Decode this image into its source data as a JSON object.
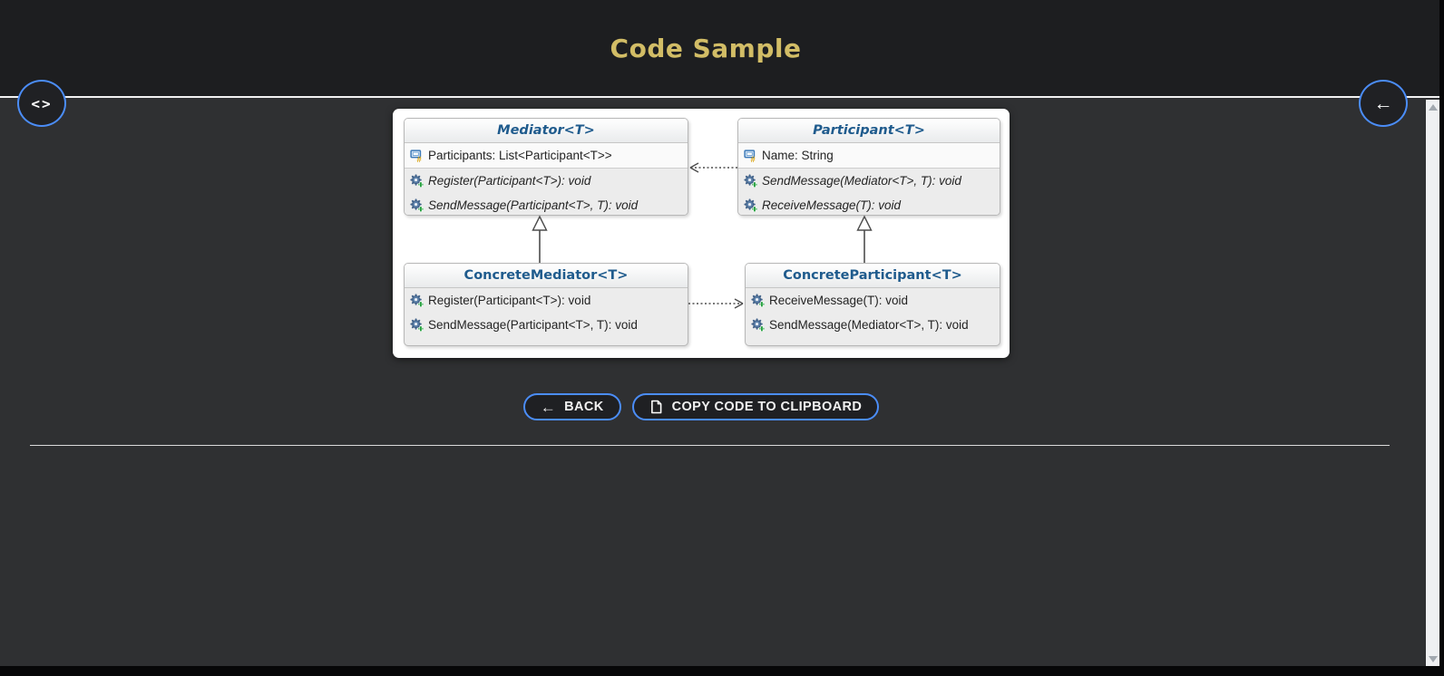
{
  "header": {
    "title": "Code Sample"
  },
  "floating": {
    "code_button_glyph": "<>",
    "back_button_glyph": "←"
  },
  "diagram": {
    "classes": [
      {
        "name": "Mediator<T>",
        "stereotype": "abstract",
        "fields": [
          {
            "icon": "property-icon",
            "text": "Participants: List<Participant<T>>"
          }
        ],
        "methods": [
          {
            "icon": "method-icon",
            "text": "Register(Participant<T>): void"
          },
          {
            "icon": "method-icon",
            "text": "SendMessage(Participant<T>, T): void"
          }
        ]
      },
      {
        "name": "Participant<T>",
        "stereotype": "abstract",
        "fields": [
          {
            "icon": "property-icon",
            "text": "Name: String"
          }
        ],
        "methods": [
          {
            "icon": "method-icon",
            "text": "SendMessage(Mediator<T>, T): void"
          },
          {
            "icon": "method-icon",
            "text": "ReceiveMessage(T): void"
          }
        ]
      },
      {
        "name": "ConcreteMediator<T>",
        "stereotype": "concrete",
        "fields": [],
        "methods": [
          {
            "icon": "method-icon",
            "text": "Register(Participant<T>): void"
          },
          {
            "icon": "method-icon",
            "text": "SendMessage(Participant<T>, T): void"
          }
        ]
      },
      {
        "name": "ConcreteParticipant<T>",
        "stereotype": "concrete",
        "fields": [],
        "methods": [
          {
            "icon": "method-icon",
            "text": "ReceiveMessage(T): void"
          },
          {
            "icon": "method-icon",
            "text": "SendMessage(Mediator<T>, T): void"
          }
        ]
      }
    ],
    "relations": [
      "ConcreteMediator<T> --|> Mediator<T>",
      "ConcreteParticipant<T> --|> Participant<T>",
      "Participant<T> ..> Mediator<T>",
      "ConcreteMediator<T> ..> ConcreteParticipant<T>"
    ]
  },
  "actions": {
    "back_label": "BACK",
    "back_icon_glyph": "←",
    "copy_label": "COPY CODE TO CLIPBOARD"
  },
  "colors": {
    "title": "#d2bd66",
    "accent_border": "#4b8df8",
    "topbar_bg": "#1d1e20",
    "content_bg": "#2f3032",
    "class_header_text": "#1f5b8d"
  }
}
